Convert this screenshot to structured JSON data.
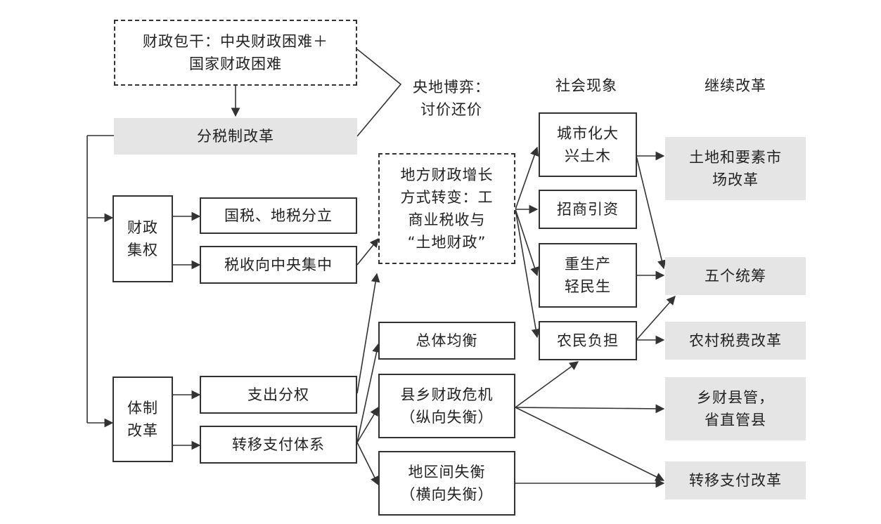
{
  "headers": {
    "game": "央地博弈：\n讨价还价",
    "social": "社会现象",
    "reform": "继续改革"
  },
  "nodes": {
    "baogan": "财政包干：中央财政困难＋\n国家财政困难",
    "fenshuizhi": "分税制改革",
    "caizhengjiquan": "财政\n集权",
    "guoshui_dishui": "国税、地税分立",
    "shuishou_jizhong": "税收向中央集中",
    "tizhi_gaige": "体制\n改革",
    "zhichu_fenquan": "支出分权",
    "zhuanyi_zhifu": "转移支付体系",
    "difang_caizheng": "地方财政增长\n方式转变：工\n商业税收与\n“土地财政”",
    "zongti_junheng": "总体均衡",
    "xianxiang_weiji": "县乡财政危机\n（纵向失衡）",
    "diqu_shiheng": "地区间失衡\n（横向失衡）",
    "chengshihua": "城市化大\n兴土木",
    "zhaoshang": "招商引资",
    "zhongshengchan": "重生产\n轻民生",
    "nongmin_fudan": "农民负担",
    "tudi_gaige": "土地和要素市\n场改革",
    "wuge_tongchou": "五个统筹",
    "nongcun_shuifei": "农村税费改革",
    "xiangcai_xianguan": "乡财县管，\n省直管县",
    "zhuanyi_gaige": "转移支付改革"
  },
  "colors": {
    "line": "#333333",
    "gray_fill": "#e5e5e5"
  }
}
